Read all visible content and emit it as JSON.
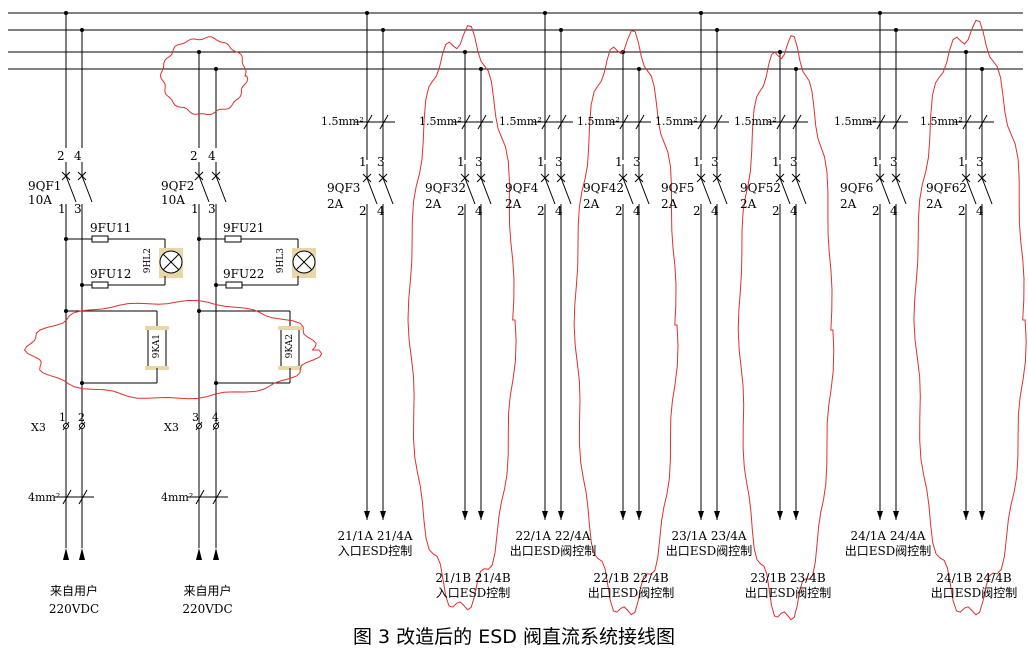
{
  "caption": "图 3 改造后的 ESD 阀直流系统接线图",
  "colors": {
    "wire": "#000000",
    "annotation": "#e03030",
    "component": "#e8d8a8"
  },
  "supply": [
    {
      "breaker": "9QF1",
      "rating": "10A",
      "top_terms": [
        "2",
        "4"
      ],
      "bot_terms": [
        "1",
        "3"
      ],
      "fuses": [
        "9FU11",
        "9FU12"
      ],
      "lamp": "9HL2",
      "relay": "9KA1",
      "terminal_block": "X3",
      "terminal_nums": [
        "1",
        "2"
      ],
      "cable": "4mm²",
      "source": "来自用户",
      "voltage": "220VDC"
    },
    {
      "breaker": "9QF2",
      "rating": "10A",
      "top_terms": [
        "2",
        "4"
      ],
      "bot_terms": [
        "1",
        "3"
      ],
      "fuses": [
        "9FU21",
        "9FU22"
      ],
      "lamp": "9HL3",
      "relay": "9KA2",
      "terminal_block": "X3",
      "terminal_nums": [
        "3",
        "4"
      ],
      "cable": "4mm²",
      "source": "来自用户",
      "voltage": "220VDC"
    }
  ],
  "feeders": [
    {
      "cable": "1.5mm²",
      "breaker": "9QF3",
      "rating": "2A",
      "terms_top": [
        "1",
        "3"
      ],
      "terms_bot": [
        "2",
        "4"
      ],
      "output": "21/1A 21/4A",
      "desc": "入口ESD控制"
    },
    {
      "cable": "1.5mm²",
      "breaker": "9QF32",
      "rating": "2A",
      "terms_top": [
        "1",
        "3"
      ],
      "terms_bot": [
        "2",
        "4"
      ],
      "output": "21/1B 21/4B",
      "desc": "入口ESD控制"
    },
    {
      "cable": "1.5mm²",
      "breaker": "9QF4",
      "rating": "2A",
      "terms_top": [
        "1",
        "3"
      ],
      "terms_bot": [
        "2",
        "4"
      ],
      "output": "22/1A 22/4A",
      "desc": "出口ESD阀控制"
    },
    {
      "cable": "1.5mm²",
      "breaker": "9QF42",
      "rating": "2A",
      "terms_top": [
        "1",
        "3"
      ],
      "terms_bot": [
        "2",
        "4"
      ],
      "output": "22/1B 22/4B",
      "desc": "出口ESD阀控制"
    },
    {
      "cable": "1.5mm²",
      "breaker": "9QF5",
      "rating": "2A",
      "terms_top": [
        "1",
        "3"
      ],
      "terms_bot": [
        "2",
        "4"
      ],
      "output": "23/1A 23/4A",
      "desc": "出口ESD阀控制"
    },
    {
      "cable": "1.5mm²",
      "breaker": "9QF52",
      "rating": "2A",
      "terms_top": [
        "1",
        "3"
      ],
      "terms_bot": [
        "2",
        "4"
      ],
      "output": "23/1B 23/4B",
      "desc": "出口ESD阀控制"
    },
    {
      "cable": "1.5mm²",
      "breaker": "9QF6",
      "rating": "2A",
      "terms_top": [
        "1",
        "3"
      ],
      "terms_bot": [
        "2",
        "4"
      ],
      "output": "24/1A 24/4A",
      "desc": "出口ESD阀控制"
    },
    {
      "cable": "1.5mm²",
      "breaker": "9QF62",
      "rating": "2A",
      "terms_top": [
        "1",
        "3"
      ],
      "terms_bot": [
        "2",
        "4"
      ],
      "output": "24/1B 24/4B",
      "desc": "出口ESD阀控制"
    }
  ]
}
